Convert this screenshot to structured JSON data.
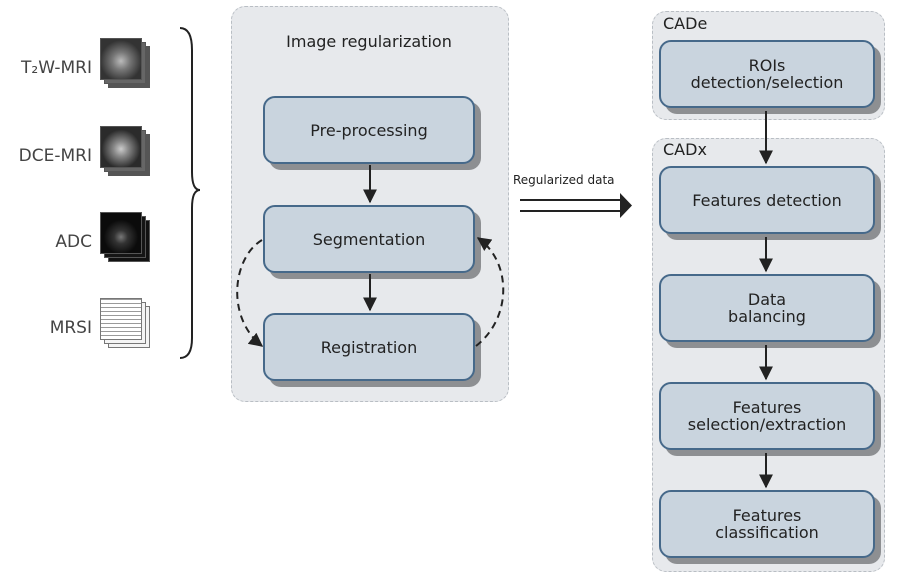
{
  "modalities": [
    {
      "label": "T₂W-MRI",
      "image": "t2w-mri-stack"
    },
    {
      "label": "DCE-MRI",
      "image": "dce-mri-stack"
    },
    {
      "label": "ADC",
      "image": "adc-stack"
    },
    {
      "label": "MRSI",
      "image": "mrsi-stack"
    }
  ],
  "regularization": {
    "title": "Image regularization",
    "steps": [
      "Pre-processing",
      "Segmentation",
      "Registration"
    ]
  },
  "connector_label": "Regularized data",
  "cade": {
    "title": "CADe",
    "steps": [
      "ROIs\ndetection/selection"
    ]
  },
  "cadx": {
    "title": "CADx",
    "steps": [
      "Features detection",
      "Data\nbalancing",
      "Features\nselection/extraction",
      "Features\nclassification"
    ]
  },
  "colors": {
    "panel_bg": "#e7e9ec",
    "box_fill": "#c9d4de",
    "box_border": "#46698a",
    "box_shadow": "#8d8f92",
    "arrow": "#222222"
  }
}
